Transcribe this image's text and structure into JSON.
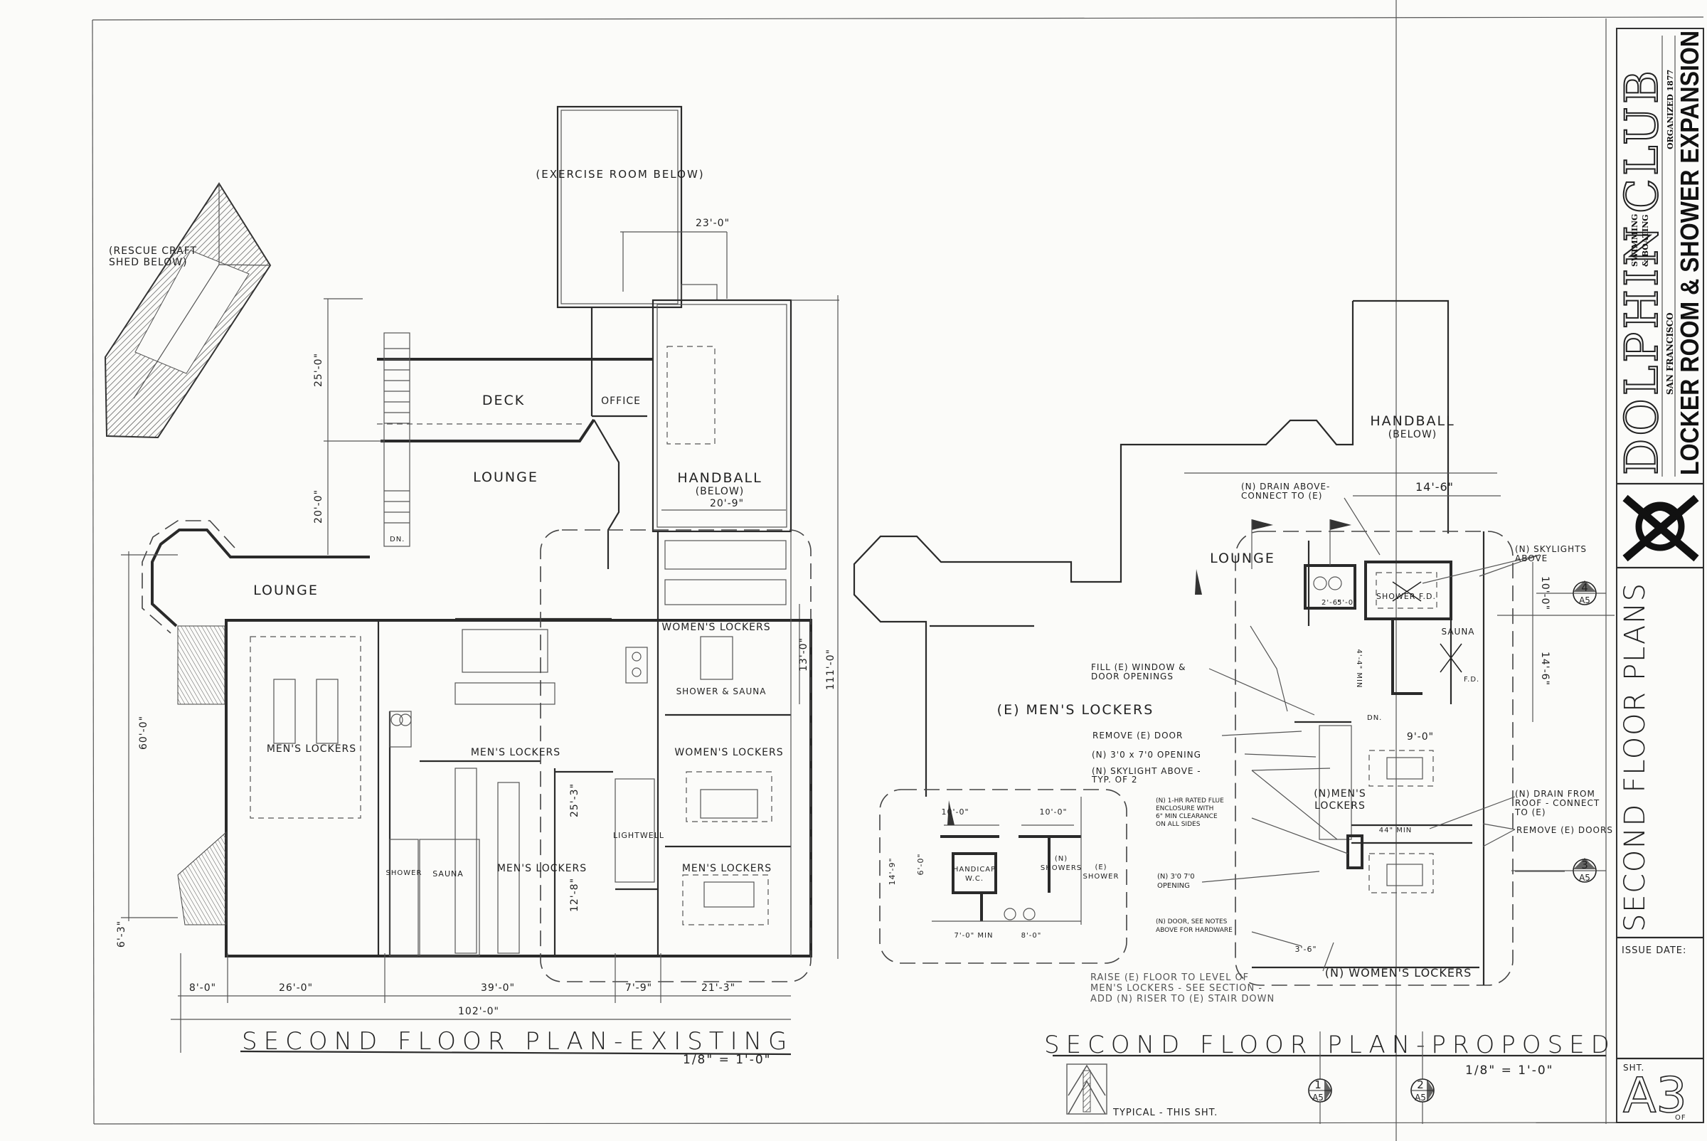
{
  "title_block": {
    "club_name_1": "DOLPHIN",
    "club_name_2": "CLUB",
    "club_sub_1": "SWIMMING",
    "club_sub_2": "& BOATING",
    "city": "SAN FRANCISCO",
    "organized": "ORGANIZED 1877",
    "project": "LOCKER ROOM & SHOWER EXPANSION",
    "logo_icon": "dolphin-club-knot-logo",
    "sheet_title": "SECOND FLOOR PLANS",
    "issue_date_label": "ISSUE DATE:",
    "sheet_label": "SHT.",
    "sheet_number": "A3",
    "of_label": "OF"
  },
  "existing_plan": {
    "title": "SECOND FLOOR PLAN-EXISTING",
    "scale": "1/8\" = 1'-0\"",
    "rooms": {
      "exercise": "(EXERCISE ROOM BELOW)",
      "rescue_1": "(RESCUE CRAFT",
      "rescue_2": "SHED BELOW)",
      "deck": "DECK",
      "office": "OFFICE",
      "lounge_upper": "LOUNGE",
      "handball": "HANDBALL",
      "handball_sub": "(BELOW)",
      "lounge_lower": "LOUNGE",
      "womens_lockers_1": "WOMEN'S LOCKERS",
      "shower_sauna": "SHOWER & SAUNA",
      "mens_lockers_1": "MEN'S LOCKERS",
      "mens_lockers_2": "MEN'S LOCKERS",
      "womens_lockers_2": "WOMEN'S LOCKERS",
      "lightwell": "LIGHTWELL",
      "mens_lockers_3": "MEN'S LOCKERS",
      "mens_lockers_4": "MEN'S LOCKERS",
      "shower": "SHOWER",
      "sauna": "SAUNA",
      "dn": "DN."
    },
    "dimensions": {
      "d_23": "23'-0\"",
      "d_20_9": "20'-9\"",
      "d_25": "25'-0\"",
      "d_20": "20'-0\"",
      "d_60": "60'-0\"",
      "d_13": "13'-0\"",
      "d_111": "111'-0\"",
      "d_25_3": "25'-3\"",
      "d_12_8": "12'-8\"",
      "d_6_3": "6'-3\"",
      "d_8": "8'-0\"",
      "d_26": "26'-0\"",
      "d_39": "39'-0\"",
      "d_7_9": "7'-9\"",
      "d_21_3": "21'-3\"",
      "d_102": "102'-0\""
    }
  },
  "proposed_plan": {
    "title": "SECOND FLOOR PLAN-PROPOSED",
    "scale": "1/8\" = 1'-0\"",
    "rooms": {
      "handball": "HANDBALL",
      "handball_sub": "(BELOW)",
      "lounge": "LOUNGE",
      "shower": "SHOWER F.D.",
      "sauna": "SAUNA",
      "fd": "F.D.",
      "e_mens_lockers": "(E) MEN'S LOCKERS",
      "n_mens_lockers_1": "(N)MEN'S",
      "n_mens_lockers_2": "LOCKERS",
      "n_womens_lockers": "(N) WOMEN'S LOCKERS",
      "handicap_1": "HANDICAP",
      "handicap_2": "W.C.",
      "n_showers_1": "(N)",
      "n_showers_2": "SHOWERS",
      "e_shower_1": "(E)",
      "e_shower_2": "SHOWER",
      "dn": "DN."
    },
    "dimensions": {
      "d_14_6": "14'-6\"",
      "d_10_v": "10'-0\"",
      "d_14_6_v": "14'-6\"",
      "d_2_6": "2'-6\"",
      "d_5_0": "5'-0\"",
      "d_4_4": "4'-4\" MIN",
      "d_9": "9'-0\"",
      "d_44": "44\" MIN",
      "d_3_6": "3'-6\"",
      "d_10_a": "10'-0\"",
      "d_10_b": "10'-0\"",
      "d_14_9": "14'-9\"",
      "d_6_0": "6'-0\"",
      "d_7_min": "7'-0\" MIN",
      "d_8_0": "8'-0\""
    },
    "notes": {
      "drain_above": [
        "(N) DRAIN ABOVE-",
        "CONNECT TO (E)"
      ],
      "skylights": [
        "(N) SKYLIGHTS",
        "ABOVE"
      ],
      "fill_window": [
        "FILL (E) WINDOW &",
        "DOOR OPENINGS"
      ],
      "remove_door": "REMOVE (E) DOOR",
      "opening_1": "(N) 3'0 x 7'0 OPENING",
      "skylight_above": [
        "(N) SKYLIGHT ABOVE -",
        "TYP. OF 2"
      ],
      "flue": [
        "(N) 1-HR RATED FLUE",
        "ENCLOSURE WITH",
        "6\" MIN CLEARANCE",
        "ON ALL SIDES"
      ],
      "opening_2": [
        "(N) 3'0 7'0",
        "OPENING"
      ],
      "door_notes": [
        "(N) DOOR, SEE NOTES",
        "ABOVE FOR HARDWARE"
      ],
      "drain_roof": [
        "(N) DRAIN FROM",
        "ROOF - CONNECT",
        "TO (E)"
      ],
      "remove_doors": "REMOVE (E) DOORS",
      "raise_floor": [
        "RAISE (E) FLOOR TO LEVEL OF",
        "MEN'S LOCKERS - SEE SECTION -",
        "ADD (N) RISER TO (E) STAIR DOWN"
      ]
    }
  },
  "section_markers": [
    {
      "number": "1",
      "sheet": "A5"
    },
    {
      "number": "2",
      "sheet": "A5"
    },
    {
      "number": "3",
      "sheet": "A5"
    },
    {
      "number": "4",
      "sheet": "A5"
    }
  ],
  "legend": {
    "typical_note": "TYPICAL - THIS SHT.",
    "symbol_icon": "shingle-detail-symbol"
  }
}
